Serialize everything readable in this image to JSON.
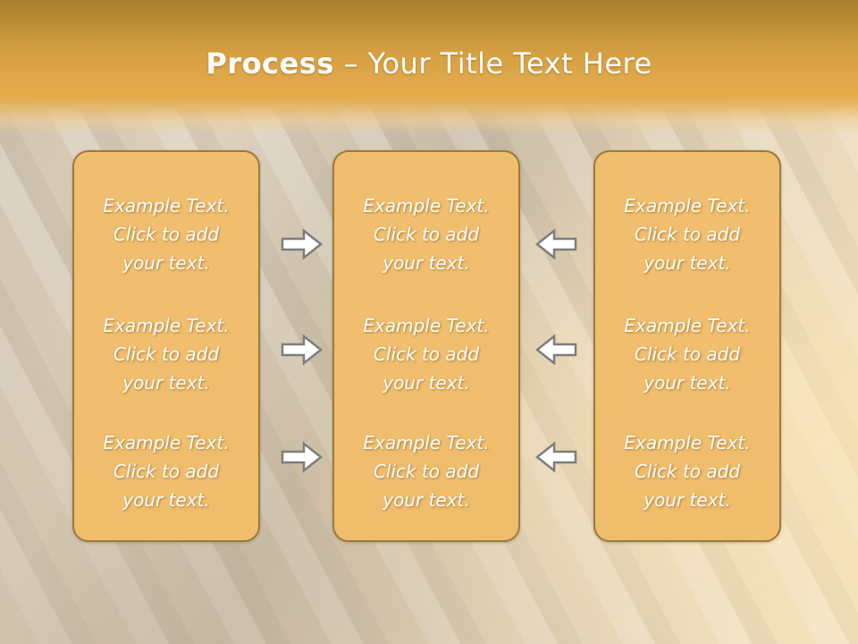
{
  "slide": {
    "title_bold": "Process",
    "title_rest": " – Your Title Text Here"
  },
  "columns": [
    {
      "blocks": [
        {
          "line1": "Example Text.",
          "line2": "Click  to add",
          "line3": "your text."
        },
        {
          "line1": "Example Text.",
          "line2": "Click  to add",
          "line3": "your text."
        },
        {
          "line1": "Example Text.",
          "line2": "Click  to add",
          "line3": "your text."
        }
      ]
    },
    {
      "blocks": [
        {
          "line1": "Example Text.",
          "line2": "Click  to add",
          "line3": "your text."
        },
        {
          "line1": "Example Text.",
          "line2": "Click  to add",
          "line3": "your text."
        },
        {
          "line1": "Example Text.",
          "line2": "Click  to add",
          "line3": "your text."
        }
      ]
    },
    {
      "blocks": [
        {
          "line1": "Example Text.",
          "line2": "Click  to add",
          "line3": "your text."
        },
        {
          "line1": "Example Text.",
          "line2": "Click  to add",
          "line3": "your text."
        },
        {
          "line1": "Example Text.",
          "line2": "Click  to add",
          "line3": "your text."
        }
      ]
    }
  ],
  "arrows": {
    "left_side": [
      "right-arrow-icon",
      "right-arrow-icon",
      "right-arrow-icon"
    ],
    "right_side": [
      "left-arrow-icon",
      "left-arrow-icon",
      "left-arrow-icon"
    ]
  },
  "colors": {
    "header": "#e5ad4d",
    "box_fill": "#efbd6c",
    "box_border": "#9a7a3f",
    "text": "#ffffff"
  }
}
